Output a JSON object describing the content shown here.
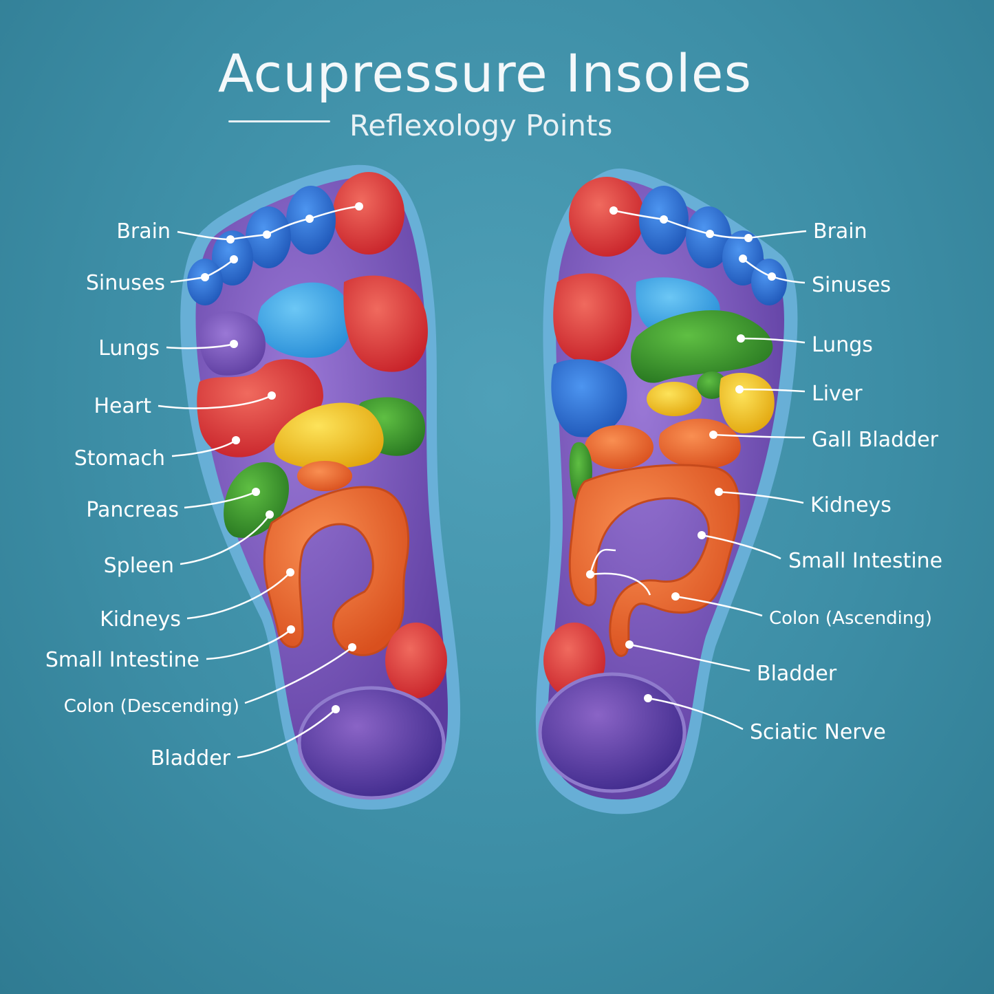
{
  "header": {
    "title": "Acupressure Insoles",
    "subtitle": "Reflexology Points"
  },
  "left_foot": {
    "labels": [
      {
        "text": "Brain"
      },
      {
        "text": "Sinuses"
      },
      {
        "text": "Lungs"
      },
      {
        "text": "Heart"
      },
      {
        "text": "Stomach"
      },
      {
        "text": "Pancreas"
      },
      {
        "text": "Spleen"
      },
      {
        "text": "Kidneys"
      },
      {
        "text": "Small Intestine"
      },
      {
        "text": "Colon (Descending)"
      },
      {
        "text": "Bladder"
      }
    ]
  },
  "right_foot": {
    "labels": [
      {
        "text": "Brain"
      },
      {
        "text": "Sinuses"
      },
      {
        "text": "Lungs"
      },
      {
        "text": "Liver"
      },
      {
        "text": "Gall Bladder"
      },
      {
        "text": "Kidneys"
      },
      {
        "text": "Small Intestine"
      },
      {
        "text": "Colon (Ascending)"
      },
      {
        "text": "Bladder"
      },
      {
        "text": "Sciatic Nerve"
      }
    ]
  },
  "colors": {
    "background": "#3d8ea6",
    "toe_blue": "#2f6fd0",
    "red": "#e0393b",
    "purple": "#7a55b8",
    "light_blue": "#3fa9e8",
    "green": "#3c9a2e",
    "yellow": "#f2c816",
    "orange": "#ef6a2c",
    "label": "#ffffff"
  }
}
